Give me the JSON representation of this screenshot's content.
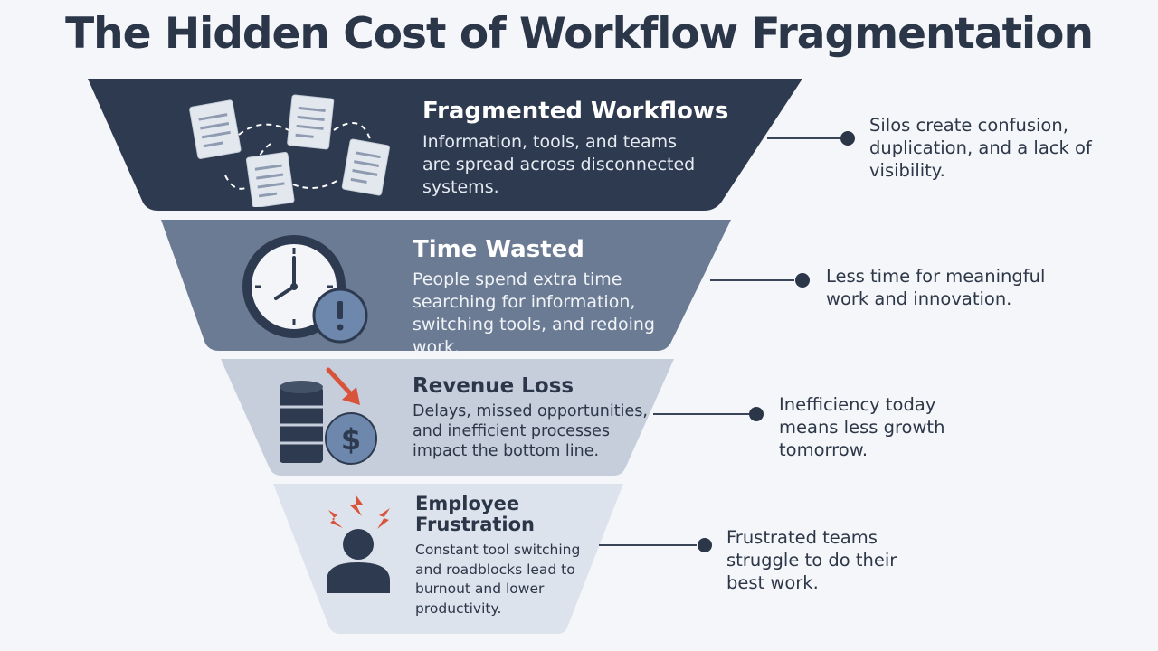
{
  "title": "The Hidden Cost of Workflow Fragmentation",
  "colors": {
    "background": "#f4f6f9",
    "tier1": "#2d3a4f",
    "tier2": "#6b7b93",
    "tier3": "#c6cedb",
    "tier4": "#dde3ec",
    "accent_red": "#d9533b",
    "title_text": "#2b3648"
  },
  "tiers": [
    {
      "title": "Fragmented Workflows",
      "description": "Information, tools, and teams are spread across disconnected systems.",
      "note": "Silos create confusion, duplication, and a lack of visibility.",
      "icon": "scattered-documents-icon"
    },
    {
      "title": "Time Wasted",
      "description": "People spend extra time searching for information, switching tools, and redoing work.",
      "note": "Less time for meaningful work and innovation.",
      "icon": "clock-warning-icon"
    },
    {
      "title": "Revenue Loss",
      "description": "Delays, missed opportunities, and inefficient processes impact the bottom line.",
      "note": "Inefficiency today means less growth tomorrow.",
      "icon": "revenue-loss-icon"
    },
    {
      "title": "Employee Frustration",
      "description": "Constant tool switching and roadblocks lead to burnout and lower productivity.",
      "note": "Frustrated teams struggle to do their best work.",
      "icon": "frustrated-person-icon"
    }
  ]
}
